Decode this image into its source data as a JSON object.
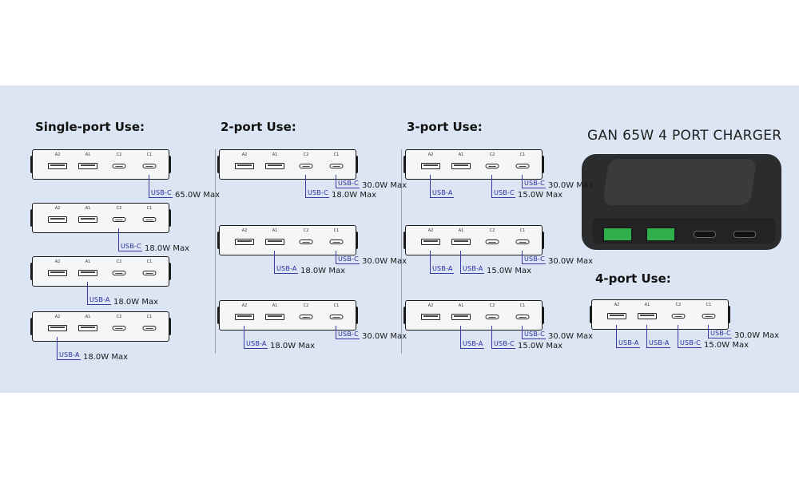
{
  "title": "GAN 65W 4 PORT CHARGER",
  "port_labels": {
    "a2": "A2",
    "a1": "A1",
    "c2": "C2",
    "c1": "C1"
  },
  "single": {
    "title": "Single-port Use:",
    "rows": [
      {
        "callouts": [
          {
            "type": "USB-C",
            "watt": "65.0W Max"
          }
        ]
      },
      {
        "callouts": [
          {
            "type": "USB-C",
            "watt": "18.0W Max"
          }
        ]
      },
      {
        "callouts": [
          {
            "type": "USB-A",
            "watt": "18.0W Max"
          }
        ]
      },
      {
        "callouts": [
          {
            "type": "USB-A",
            "watt": "18.0W Max"
          }
        ]
      }
    ]
  },
  "two": {
    "title": "2-port Use:",
    "rows": [
      {
        "callouts": [
          {
            "type": "USB-C",
            "watt": "30.0W Max"
          },
          {
            "type": "USB-C",
            "watt": "18.0W Max"
          }
        ]
      },
      {
        "callouts": [
          {
            "type": "USB-C",
            "watt": "30.0W Max"
          },
          {
            "type": "USB-A",
            "watt": "18.0W Max"
          }
        ]
      },
      {
        "callouts": [
          {
            "type": "USB-C",
            "watt": "30.0W Max"
          },
          {
            "type": "USB-A",
            "watt": "18.0W Max"
          }
        ]
      }
    ]
  },
  "three": {
    "title": "3-port Use:",
    "rows": [
      {
        "callouts": [
          {
            "type": "USB-C",
            "watt": "30.0W Max"
          },
          {
            "type": "USB-A",
            "watt": ""
          },
          {
            "type": "USB-C",
            "watt": "15.0W Max"
          }
        ]
      },
      {
        "callouts": [
          {
            "type": "USB-C",
            "watt": "30.0W Max"
          },
          {
            "type": "USB-A",
            "watt": ""
          },
          {
            "type": "USB-A",
            "watt": "15.0W Max"
          }
        ]
      },
      {
        "callouts": [
          {
            "type": "USB-C",
            "watt": "30.0W Max"
          },
          {
            "type": "USB-A",
            "watt": ""
          },
          {
            "type": "USB-C",
            "watt": "15.0W Max"
          }
        ]
      }
    ]
  },
  "four": {
    "title": "4-port Use:",
    "rows": [
      {
        "callouts": [
          {
            "type": "USB-C",
            "watt": "30.0W Max"
          },
          {
            "type": "USB-A",
            "watt": ""
          },
          {
            "type": "USB-A",
            "watt": ""
          },
          {
            "type": "USB-C",
            "watt": "15.0W Max"
          }
        ]
      }
    ]
  },
  "colors": {
    "panel": "#dbe5f3",
    "callout": "#2c2ca0",
    "green_port": "#2fb04a"
  }
}
